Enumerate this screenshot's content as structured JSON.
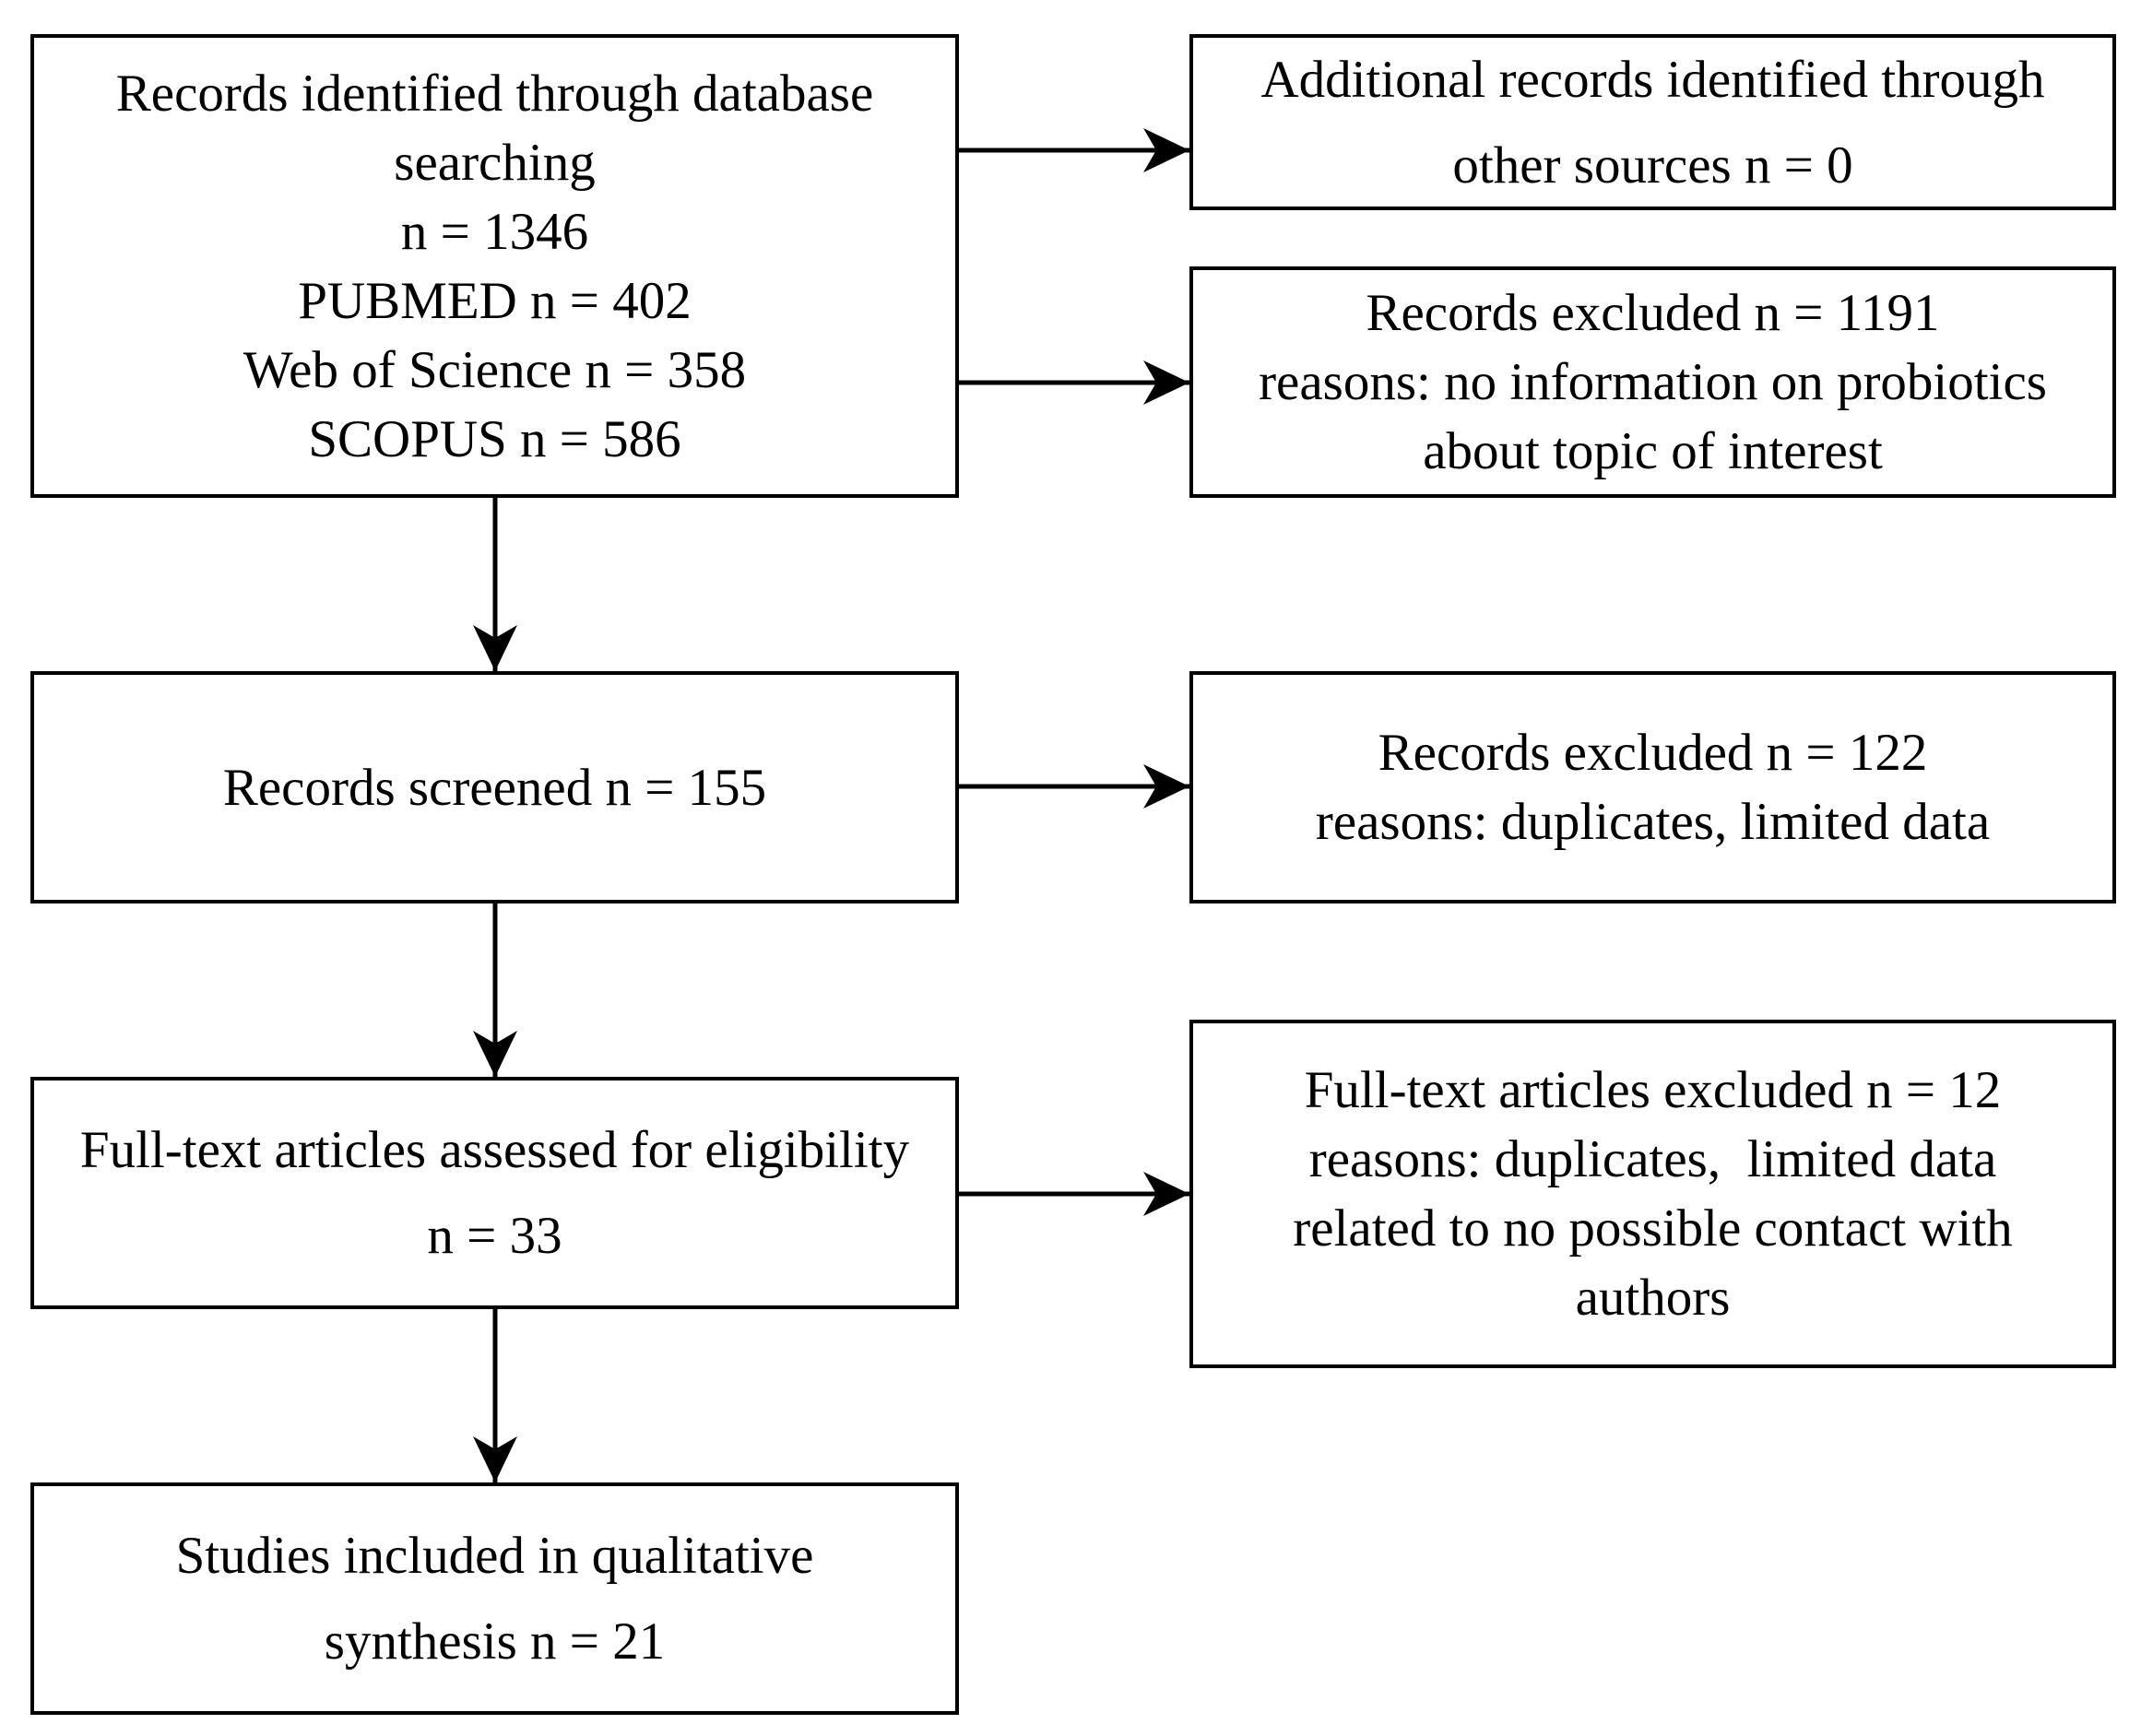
{
  "boxes": {
    "identified": {
      "lines": [
        "Records identified through database",
        "searching",
        "n = 1346",
        "PUBMED n = 402",
        "Web of Science n = 358",
        "SCOPUS n = 586"
      ]
    },
    "additional": {
      "lines": [
        "Additional records identified through",
        "other sources n = 0"
      ]
    },
    "excluded_1": {
      "lines": [
        "Records excluded n = 1191",
        "reasons: no information on probiotics",
        "about topic of interest"
      ]
    },
    "screened": {
      "lines": [
        "Records screened n = 155"
      ]
    },
    "excluded_2": {
      "lines": [
        "Records excluded n = 122",
        "reasons: duplicates, limited data"
      ]
    },
    "eligibility": {
      "lines": [
        "Full-text articles assessed for eligibility",
        "n = 33"
      ]
    },
    "excluded_3": {
      "lines": [
        "Full-text articles excluded n = 12",
        "reasons: duplicates,  limited data",
        "related to no possible contact with",
        "authors"
      ]
    },
    "included": {
      "lines": [
        "Studies included in qualitative",
        "synthesis n = 21"
      ]
    }
  },
  "edges": [
    {
      "from": "identified",
      "to": "additional"
    },
    {
      "from": "identified",
      "to": "excluded_1"
    },
    {
      "from": "identified",
      "to": "screened"
    },
    {
      "from": "screened",
      "to": "excluded_2"
    },
    {
      "from": "screened",
      "to": "eligibility"
    },
    {
      "from": "eligibility",
      "to": "excluded_3"
    },
    {
      "from": "eligibility",
      "to": "included"
    }
  ]
}
